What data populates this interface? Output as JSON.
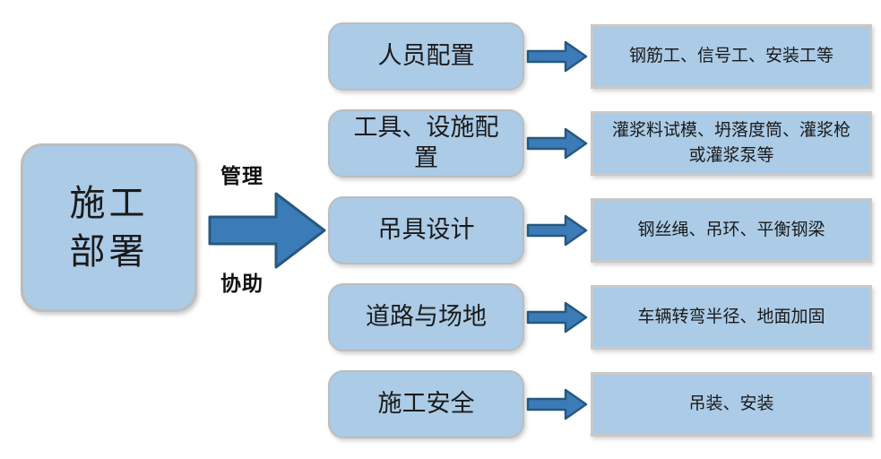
{
  "root": {
    "label": "施工\n部署"
  },
  "big_arrow": {
    "top_label": "管理",
    "bottom_label": "协助"
  },
  "rows": [
    {
      "category": "人员配置",
      "detail": "钢筋工、信号工、安装工等"
    },
    {
      "category": "工具、设施配置",
      "detail": "灌浆料试模、坍落度筒、灌浆枪或灌浆泵等"
    },
    {
      "category": "吊具设计",
      "detail": "钢丝绳、吊环、平衡钢梁"
    },
    {
      "category": "道路与场地",
      "detail": "车辆转弯半径、地面加固"
    },
    {
      "category": "施工安全",
      "detail": "吊装、安装"
    }
  ],
  "colors": {
    "node_fill": "#abcbe6",
    "node_border": "#bdbdbd",
    "detail_border": "#c9c9c9",
    "arrow_fill": "#3b7cb8",
    "arrow_stroke": "#27587f",
    "text": "#1a1a1a"
  }
}
